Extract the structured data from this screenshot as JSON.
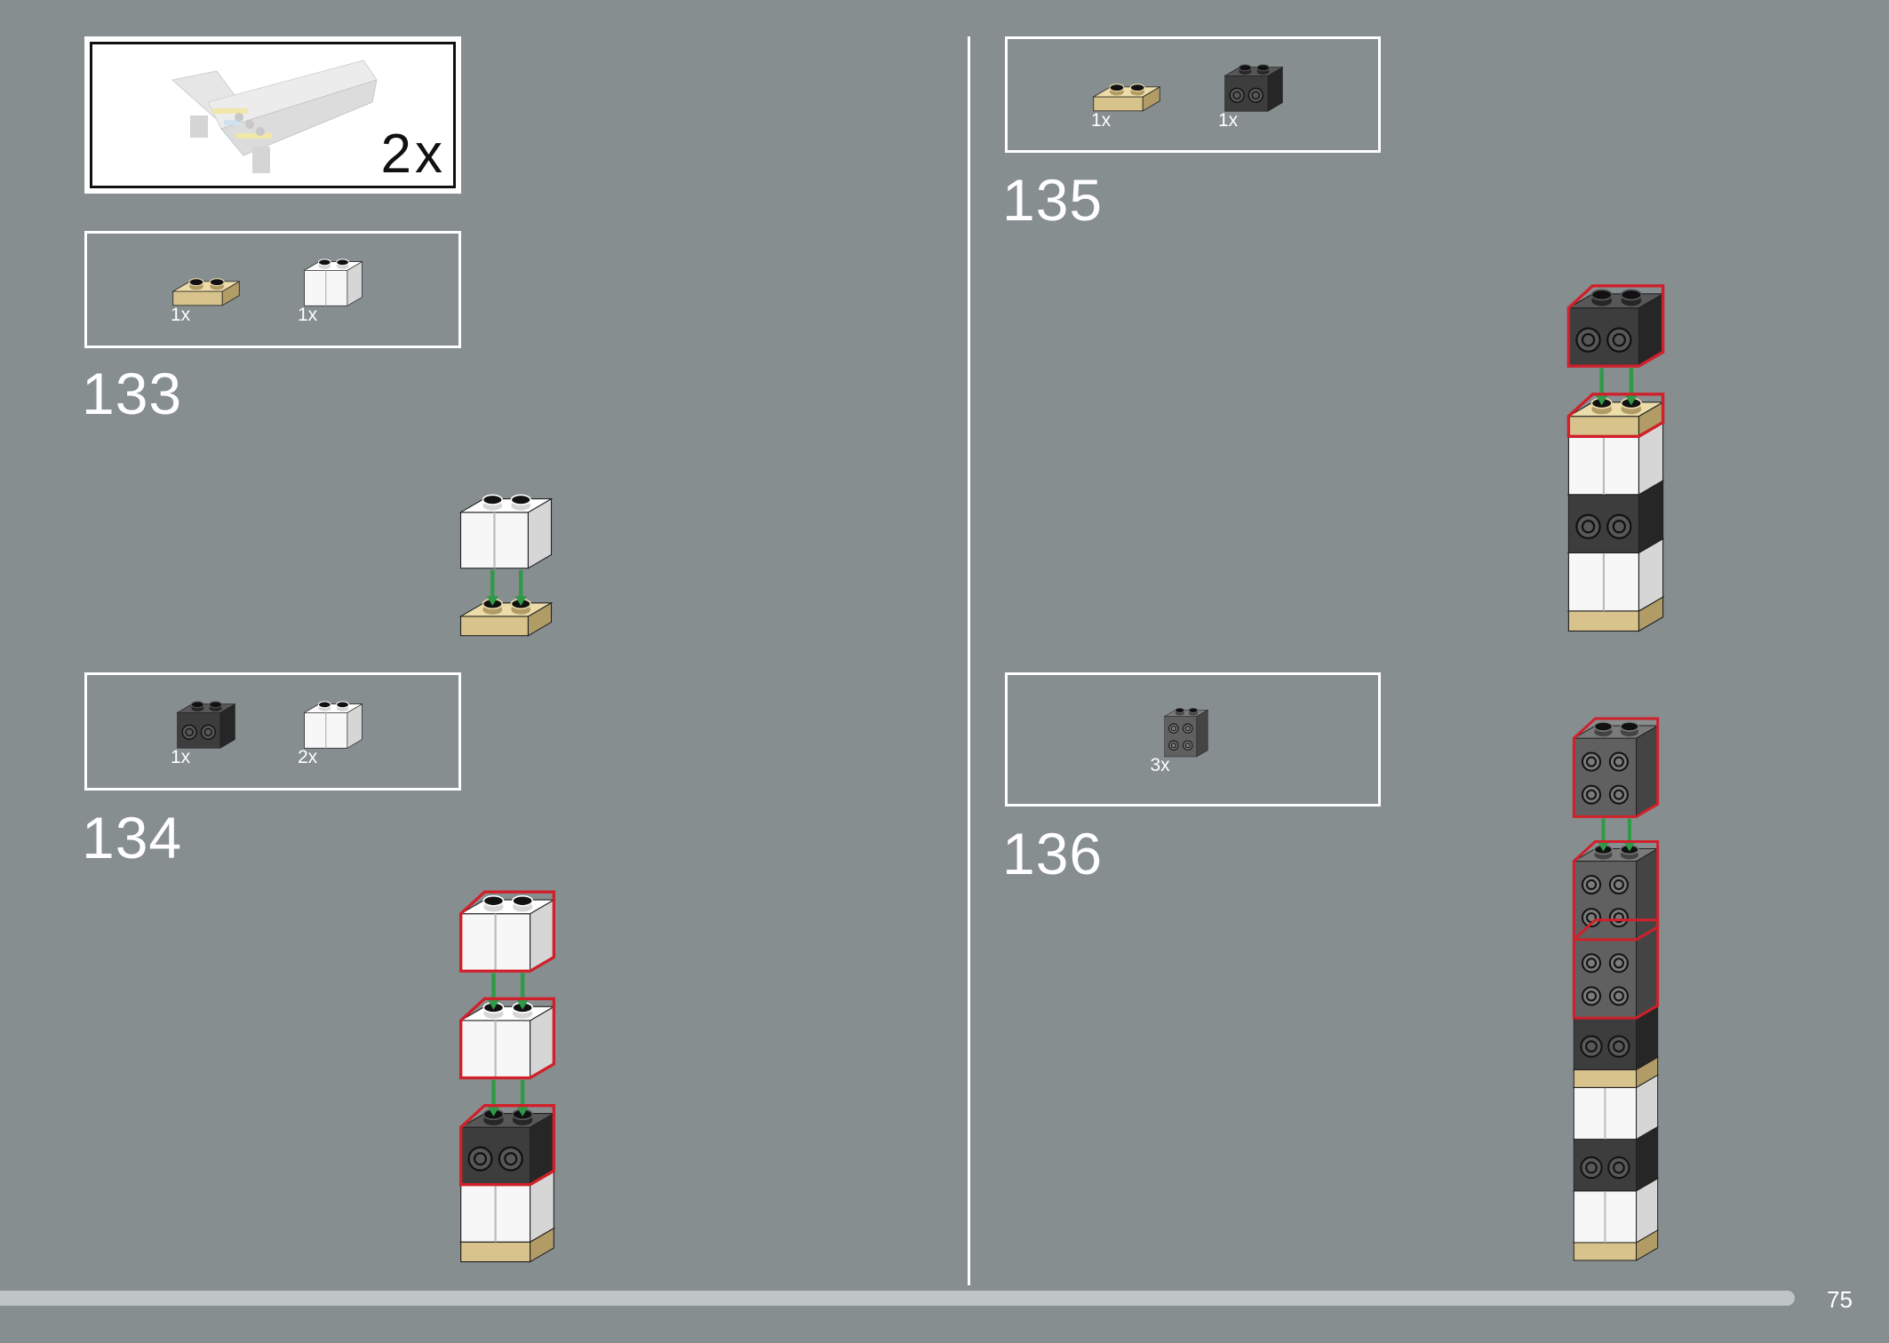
{
  "page_number": "75",
  "progress": 0.95,
  "submodel": {
    "qty": "2x"
  },
  "steps": [
    {
      "number": "133",
      "parts": [
        {
          "kind": "plate",
          "color": "tan",
          "qty": "1x"
        },
        {
          "kind": "brick",
          "color": "white",
          "round": true,
          "qty": "1x"
        }
      ],
      "model": [
        {
          "kind": "plate",
          "color": "tan"
        },
        {
          "kind": "arrows"
        },
        {
          "kind": "brick",
          "color": "white",
          "round": true
        }
      ]
    },
    {
      "number": "134",
      "parts": [
        {
          "kind": "brick",
          "color": "black",
          "side_studs": 2,
          "qty": "1x"
        },
        {
          "kind": "brick",
          "color": "white",
          "round": true,
          "qty": "2x"
        }
      ],
      "model": [
        {
          "kind": "plate",
          "color": "tan"
        },
        {
          "kind": "brick",
          "color": "white",
          "round": true
        },
        {
          "kind": "brick",
          "color": "black",
          "side_studs": 2,
          "outlined": true
        },
        {
          "kind": "arrows"
        },
        {
          "kind": "brick",
          "color": "white",
          "round": true,
          "outlined": true
        },
        {
          "kind": "arrows"
        },
        {
          "kind": "brick",
          "color": "white",
          "round": true,
          "outlined": true
        }
      ]
    },
    {
      "number": "135",
      "parts": [
        {
          "kind": "plate",
          "color": "tan",
          "qty": "1x"
        },
        {
          "kind": "brick",
          "color": "black",
          "side_studs": 2,
          "qty": "1x"
        }
      ],
      "model": [
        {
          "kind": "plate",
          "color": "tan"
        },
        {
          "kind": "brick",
          "color": "white",
          "round": true
        },
        {
          "kind": "brick",
          "color": "black",
          "side_studs": 2
        },
        {
          "kind": "brick",
          "color": "white",
          "round": true
        },
        {
          "kind": "plate",
          "color": "tan",
          "outlined": true
        },
        {
          "kind": "arrows"
        },
        {
          "kind": "brick",
          "color": "black",
          "side_studs": 2,
          "outlined": true
        }
      ]
    },
    {
      "number": "136",
      "parts": [
        {
          "kind": "tall",
          "color": "gray",
          "side_studs": 4,
          "qty": "3x"
        }
      ],
      "model": [
        {
          "kind": "plate",
          "color": "tan"
        },
        {
          "kind": "brick",
          "color": "white",
          "round": true
        },
        {
          "kind": "brick",
          "color": "black",
          "side_studs": 2
        },
        {
          "kind": "brick",
          "color": "white",
          "round": true
        },
        {
          "kind": "plate",
          "color": "tan"
        },
        {
          "kind": "brick",
          "color": "black",
          "side_studs": 2
        },
        {
          "kind": "tall",
          "color": "gray",
          "side_studs": 4,
          "outlined": true
        },
        {
          "kind": "tall",
          "color": "gray",
          "side_studs": 4,
          "outlined": true
        },
        {
          "kind": "arrows"
        },
        {
          "kind": "tall",
          "color": "gray",
          "side_studs": 4,
          "outlined": true
        }
      ]
    }
  ],
  "colors": {
    "background": "#878e90",
    "arrow": "#2e9a47",
    "highlight": "#d0202a"
  }
}
